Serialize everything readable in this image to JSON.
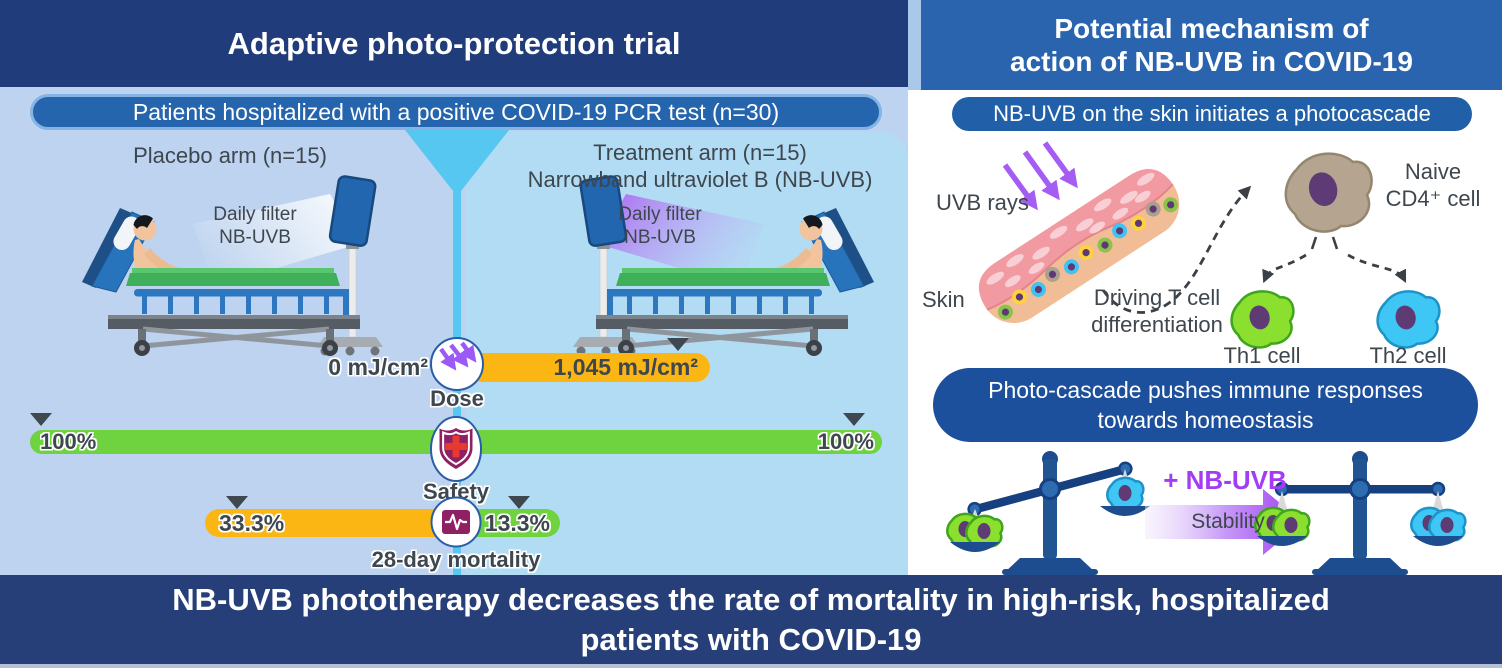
{
  "left_panel": {
    "title": "Adaptive photo-protection trial",
    "banner": "Patients hospitalized with a positive COVID-19 PCR test (n=30)",
    "placebo_arm": {
      "label": "Placebo arm (n=15)",
      "lamp_label": "Daily filter\nNB-UVB",
      "dose_value": "0 mJ/cm²",
      "safety_value": "100%",
      "mortality_value": "33.3%"
    },
    "treatment_arm": {
      "label": "Treatment arm (n=15)\nNarrowband ultraviolet B (NB-UVB)",
      "lamp_label": "Daily filter\nNB-UVB",
      "dose_value": "1,045 mJ/cm²",
      "safety_value": "100%",
      "mortality_value": "13.3%"
    },
    "metric_labels": {
      "dose": "Dose",
      "safety": "Safety",
      "mortality": "28-day mortality"
    }
  },
  "right_panel": {
    "title": "Potential mechanism of\naction of NB-UVB in COVID-19",
    "photocascade_banner": "NB-UVB on the skin initiates a photocascade",
    "mechanism_labels": {
      "uvb_rays": "UVB rays",
      "skin": "Skin",
      "differentiation": "Driving T cell\ndifferentiation",
      "naive_cell": "Naive\nCD4⁺ cell",
      "th1_cell": "Th1 cell",
      "th2_cell": "Th2 cell"
    },
    "homeostasis_banner": "Photo-cascade pushes immune responses\ntowards homeostasis",
    "stability": {
      "label": "+ NB-UVB",
      "arrow_text": "Stability"
    }
  },
  "footer": {
    "conclusion": "NB-UVB phototherapy decreases the rate of mortality in high-risk, hospitalized\npatients with COVID-19"
  },
  "colors": {
    "header_navy": "#203C7A",
    "mechanism_blue": "#2A63AE",
    "pill_blue": "#2160A8",
    "homeostasis_blue": "#1C4F9C",
    "footer_navy": "#263F78",
    "panel_light_blue": "#BDD3EF",
    "treatment_light_blue": "#B2DCF4",
    "divider_cyan": "#55C7F0",
    "dose_yellow": "#FBB614",
    "safety_green": "#6FD23F",
    "icon_magenta": "#8E2063",
    "cross_red": "#E8392F",
    "uvb_purple": "#A55CF3",
    "stability_purple": "#9F3BF2",
    "scale_navy": "#1D4C8F",
    "th1_green": "#8BE02F",
    "th2_cyan": "#3EC6F5",
    "naive_taupe": "#B5A48F"
  }
}
